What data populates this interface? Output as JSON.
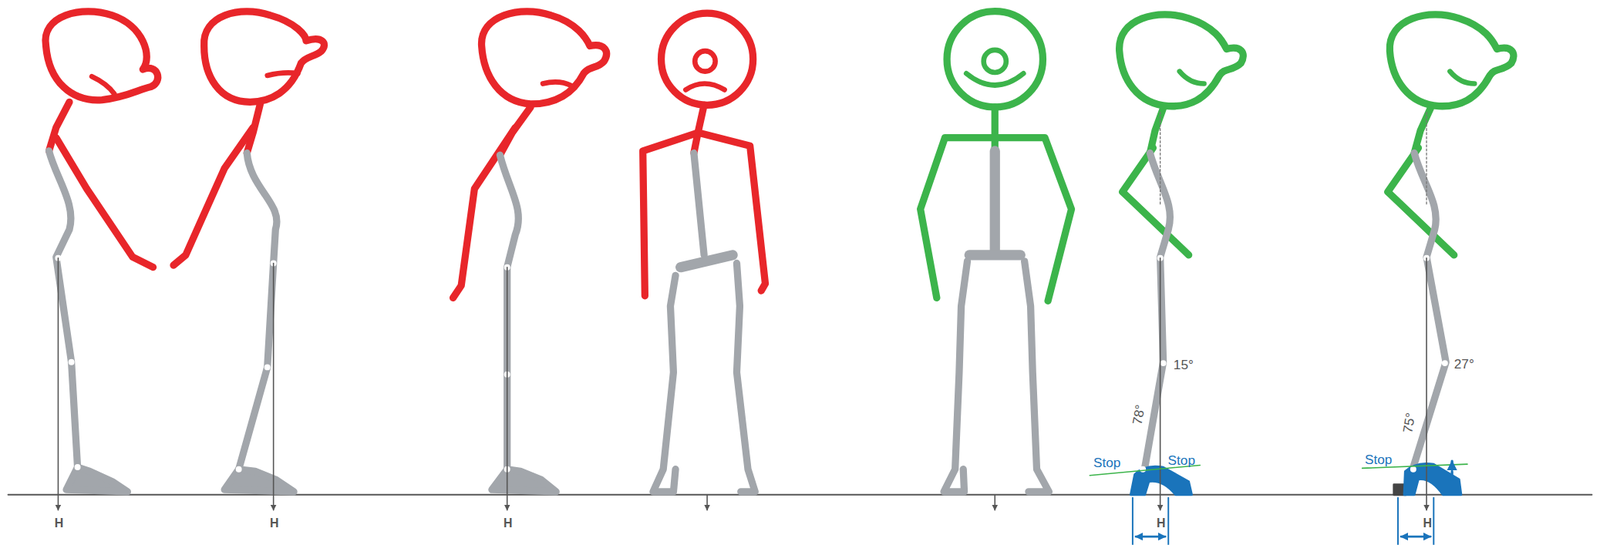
{
  "diagram": {
    "labels": [
      "H",
      "H",
      "H",
      "78°",
      "15°",
      "Stop",
      "Stop",
      "H",
      "75°",
      "27°",
      "Stop",
      "H"
    ]
  }
}
